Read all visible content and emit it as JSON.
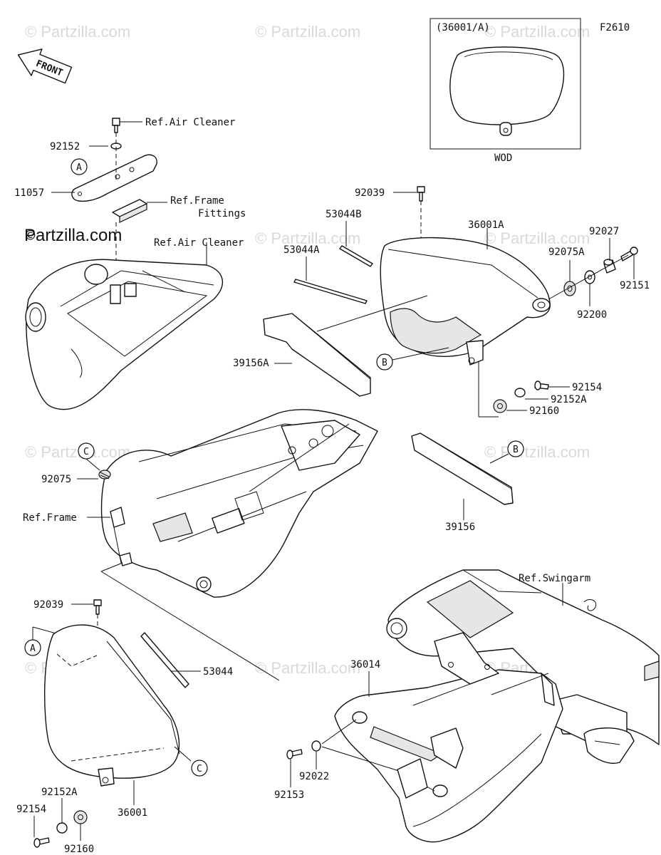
{
  "figure_code": "F2610",
  "inset": {
    "title": "(36001/A)",
    "caption": "WOD"
  },
  "front_label": "FRONT",
  "watermark": "© Partzilla.com",
  "watermark_plain": "Partzilla.com",
  "labels": {
    "ref_air_cleaner_top": "Ref.Air Cleaner",
    "p92152_top": "92152",
    "p11057": "11057",
    "ref_frame_fittings_1": "Ref.Frame",
    "ref_frame_fittings_2": "Fittings",
    "ref_air_cleaner_mid": "Ref.Air Cleaner",
    "p92039_top": "92039",
    "p53044B": "53044B",
    "p53044A": "53044A",
    "p36001A": "36001A",
    "p92027": "92027",
    "p92075A": "92075A",
    "p92151": "92151",
    "p92200": "92200",
    "p39156A": "39156A",
    "p92154_mid": "92154",
    "p92152A_mid": "92152A",
    "p92160_mid": "92160",
    "p92075": "92075",
    "ref_frame": "Ref.Frame",
    "p39156": "39156",
    "ref_swingarm": "Ref.Swingarm",
    "p92039_bot": "92039",
    "p53044": "53044",
    "p36014": "36014",
    "p92152A_bot": "92152A",
    "p92154_bot": "92154",
    "p36001": "36001",
    "p92160_bot": "92160",
    "p92153": "92153",
    "p92022": "92022"
  },
  "callouts": {
    "A_top": "A",
    "A_bot": "A",
    "B_mid": "B",
    "B_right": "B",
    "C_left": "C",
    "C_bot": "C"
  }
}
